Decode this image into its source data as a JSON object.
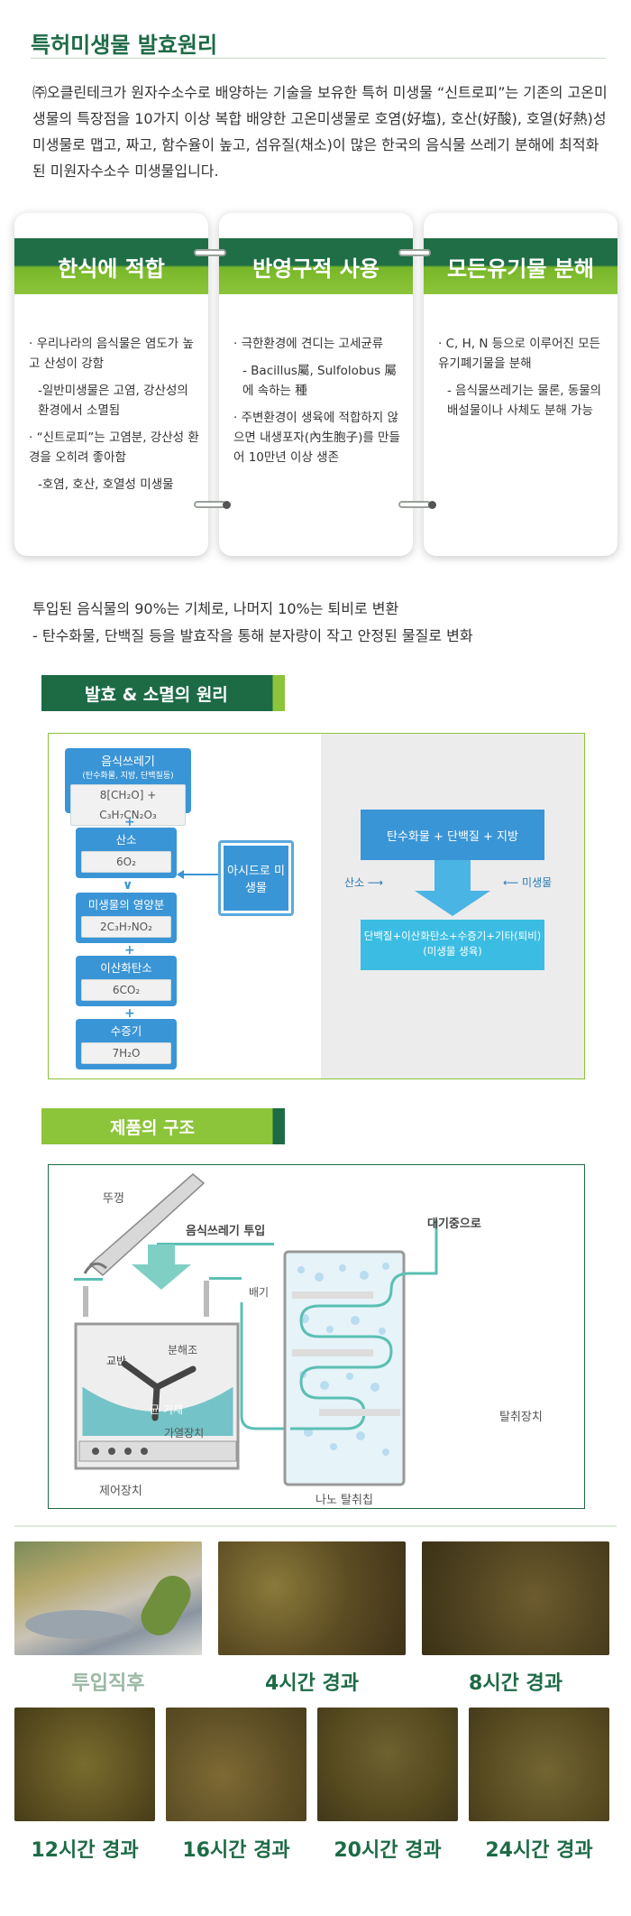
{
  "title": "특허미생물 발효원리",
  "intro": "㈜오클린테크가 원자수소수로 배양하는 기술을 보유한 특허 미생물 “신트로피”는 기존의 고온미생물의 특장점을 10가지 이상 복합 배양한 고온미생물로 호염(好塩), 호산(好酸), 호열(好熱)성 미생물로 맵고, 짜고, 함수율이 높고, 섬유질(채소)이 많은 한국의 음식물 쓰레기 분해에 최적화된 미원자수소수 미생물입니다.",
  "cards": [
    {
      "title": "한식에 적합",
      "items": [
        "· 우리나라의 음식물은 염도가 높고 산성이 강함",
        "-일반미생물은 고염, 강산성의 환경에서 소멸됨",
        "· “신트로피”는 고염분, 강산성 환경을 오히려 좋아함",
        "-호염, 호산, 호열성 미생물"
      ]
    },
    {
      "title": "반영구적 사용",
      "items": [
        "· 극한환경에 견디는 고세균류",
        "- Bacillus屬, Sulfolobus 屬에 속하는 種",
        "· 주변환경이 생육에 적합하지 않으면 내생포자(內生胞子)를 만들어 10만년 이상 생존"
      ]
    },
    {
      "title": "모든유기물 분해",
      "items": [
        "· C, H, N 등으로 이루어진 모든 유기폐기물을 분해",
        "- 음식물쓰레기는 물론, 동물의 배설물이나 사체도 분해 가능"
      ]
    }
  ],
  "summary": {
    "line1": "투입된 음식물의 90%는 기체로, 나머지 10%는 퇴비로 변환",
    "line2": " - 탄수화물, 단백질 등을 발효작을 통해 분자량이 작고 안정된 물질로 변화"
  },
  "fermentation": {
    "heading": "발효 & 소멸의 원리",
    "food_title": "음식쓰레기",
    "food_sub": "(탄수화물, 지방, 단백질등)",
    "food_formula": "8[CH₂O] + C₃H₇CN₂O₃",
    "oxygen": "산소",
    "oxygen_val": "6O₂",
    "nutrient": "미생물의 영양분",
    "nutrient_val": "2C₃H₇NO₂",
    "co2": "이산화탄소",
    "co2_val": "6CO₂",
    "steam": "수증기",
    "steam_val": "7H₂O",
    "microbe": "아시드로 미생물",
    "right_top": "탄수화물 + 단백질 + 지방",
    "right_left": "산소",
    "right_right": "미생물",
    "right_bottom": "단백질+이산화탄소+수증기+기타(퇴비)",
    "right_bottom_sub": "(미생물 생육)"
  },
  "structure": {
    "heading": "제품의 구조",
    "lid": "뚜껑",
    "input": "음식쓰레기 투입",
    "exhaust": "배기",
    "atmosphere": "대기중으로",
    "stirrer": "교반",
    "tank": "분해조",
    "media": "균 기재",
    "heater": "가열장치",
    "control": "제어장치",
    "dewater": "탈취장치",
    "nano": "나노 탈취칩"
  },
  "photos": [
    {
      "caption": "투입직후",
      "color": "#9bb8a3"
    },
    {
      "caption": "4시간 경과",
      "color": "#1d6b45"
    },
    {
      "caption": "8시간 경과",
      "color": "#1d6b45"
    },
    {
      "caption": "12시간 경과",
      "color": "#1d6b45"
    },
    {
      "caption": "16시간 경과",
      "color": "#1d6b45"
    },
    {
      "caption": "20시간 경과",
      "color": "#1d6b45"
    },
    {
      "caption": "24시간 경과",
      "color": "#1d6b45"
    }
  ],
  "colors": {
    "green_dark": "#1d6b45",
    "green_light": "#8cc43a",
    "blue": "#3a95d6"
  }
}
